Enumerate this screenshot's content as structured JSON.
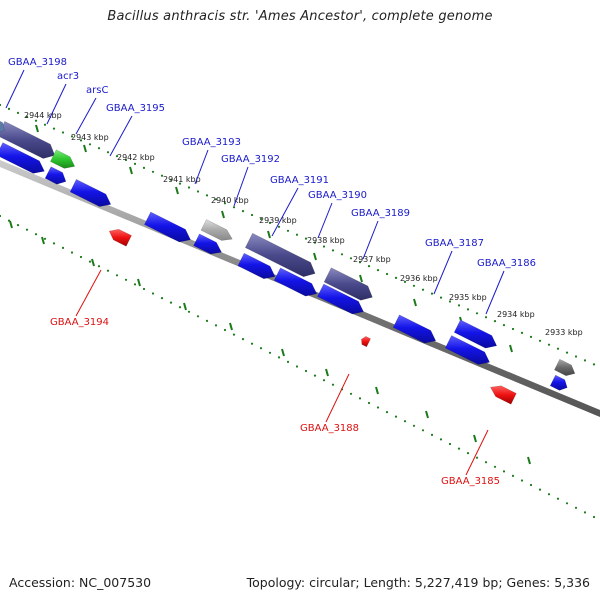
{
  "title": "Bacillus anthracis str. 'Ames Ancestor', complete genome",
  "footer": {
    "accession": "Accession: NC_007530",
    "summary": "Topology: circular; Length: 5,227,419 bp; Genes: 5,336"
  },
  "colors": {
    "forward_cds": "#1414e8",
    "operon_group": "#4a4a8c",
    "rna": "#2ec62e",
    "pseudogene": "#aaaaaa",
    "other_feature": "#707070",
    "reverse_cds": "#ee1111",
    "forward_label": "#1a1acc",
    "reverse_label": "#dd1111",
    "tick": "#1a7a1a",
    "backbone": "#888888"
  },
  "ticks": [
    "2944 kbp",
    "2943 kbp",
    "2942 kbp",
    "2941 kbp",
    "2940 kbp",
    "2939 kbp",
    "2938 kbp",
    "2937 kbp",
    "2936 kbp",
    "2935 kbp",
    "2934 kbp",
    "2933 kbp"
  ],
  "forward_labels": [
    "GBAA_3198",
    "acr3",
    "arsC",
    "GBAA_3195",
    "GBAA_3193",
    "GBAA_3192",
    "GBAA_3191",
    "GBAA_3190",
    "GBAA_3189",
    "GBAA_3187",
    "GBAA_3186"
  ],
  "reverse_labels": [
    "GBAA_3194",
    "GBAA_3188",
    "GBAA_3185"
  ]
}
